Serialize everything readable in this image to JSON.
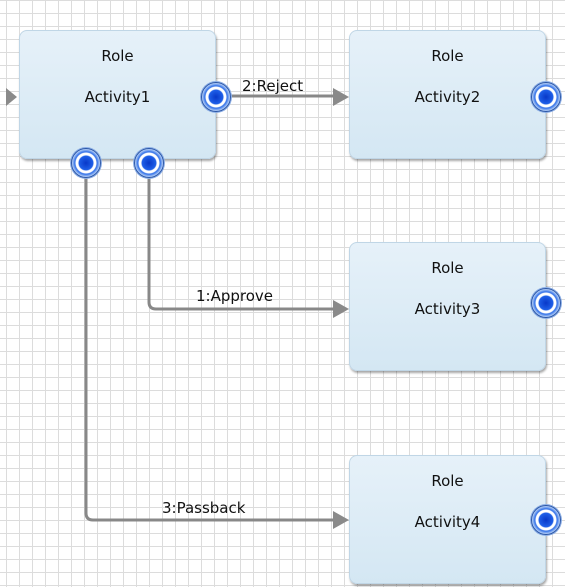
{
  "nodes": {
    "activity1": {
      "role": "Role",
      "name": "Activity1"
    },
    "activity2": {
      "role": "Role",
      "name": "Activity2"
    },
    "activity3": {
      "role": "Role",
      "name": "Activity3"
    },
    "activity4": {
      "role": "Role",
      "name": "Activity4"
    }
  },
  "connections": {
    "reject": {
      "label": "2:Reject"
    },
    "approve": {
      "label": "1:Approve"
    },
    "passback": {
      "label": "3:Passback"
    }
  }
}
